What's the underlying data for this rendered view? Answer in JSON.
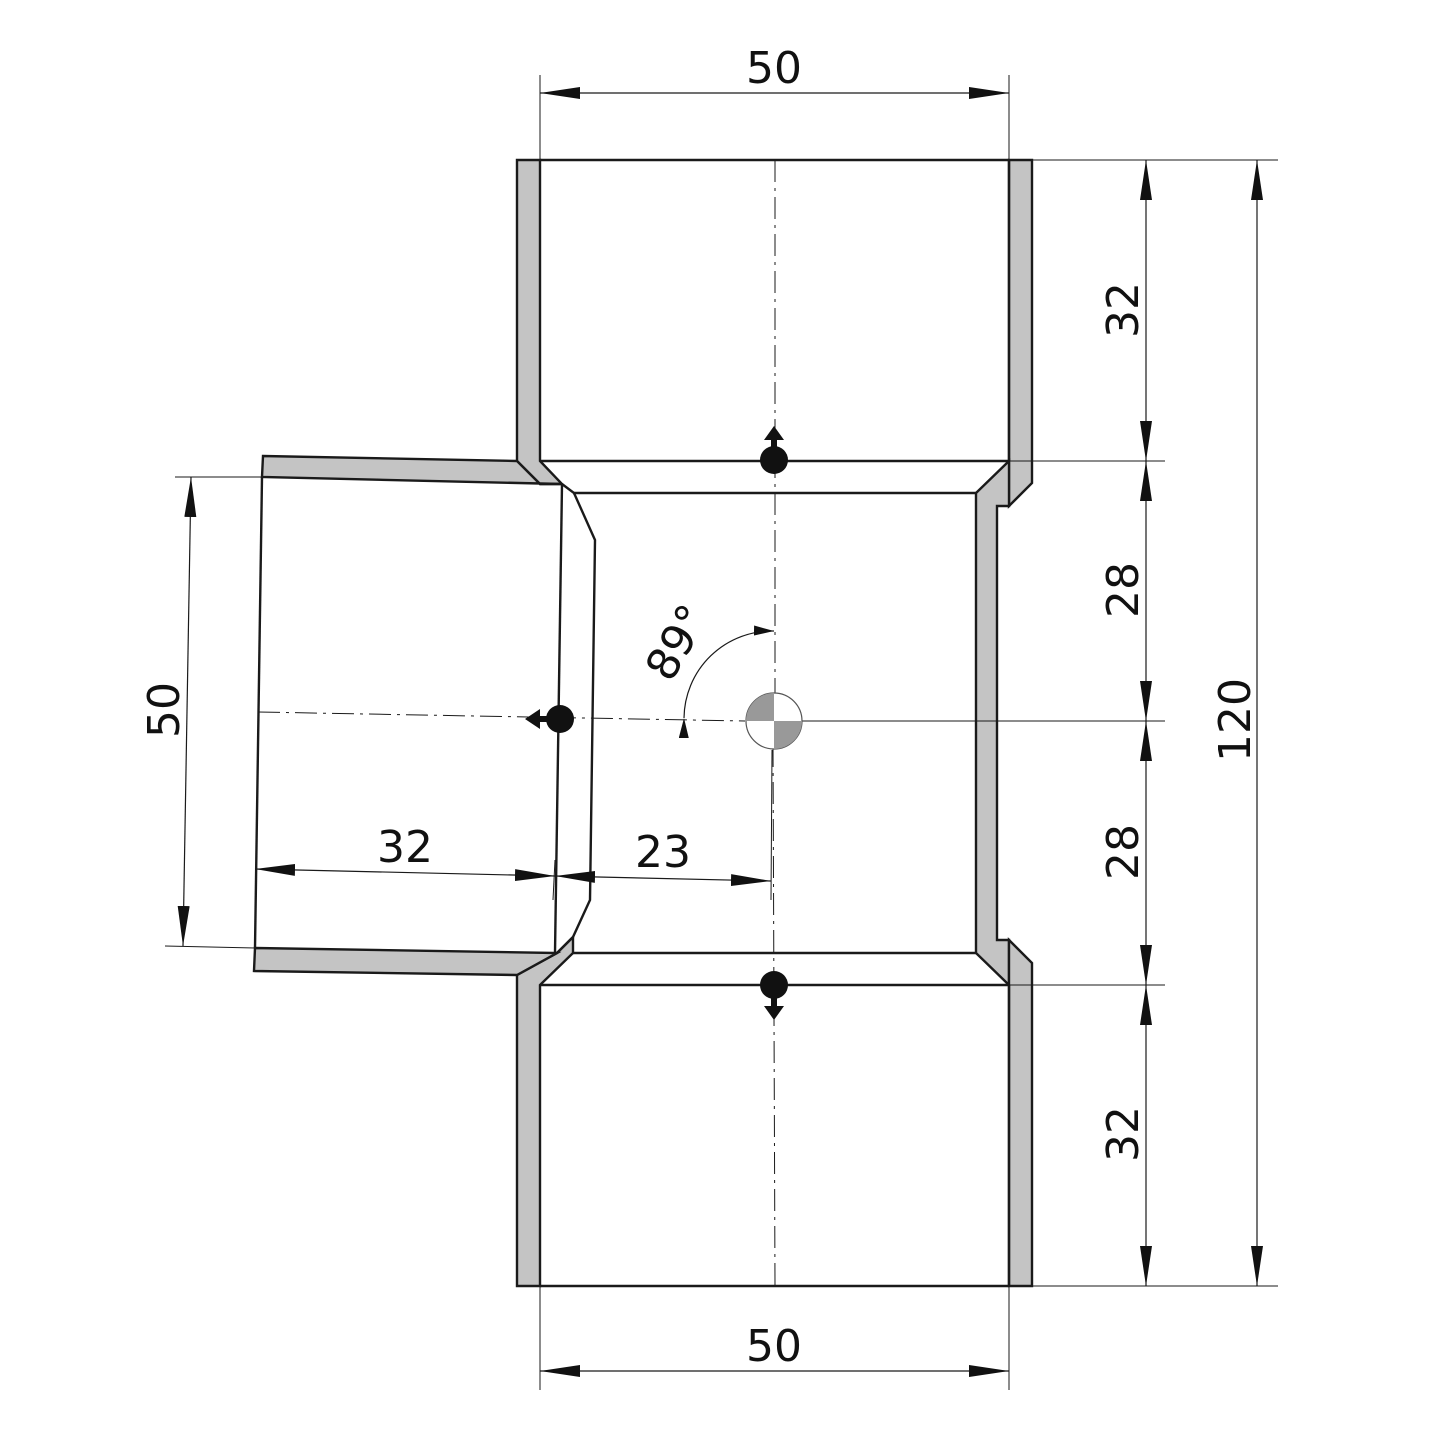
{
  "dimensions": {
    "top_width": "50",
    "bottom_width": "50",
    "right_top_socket": "32",
    "right_upper_body": "28",
    "right_lower_body": "28",
    "right_bottom_socket": "32",
    "overall_height": "120",
    "branch_width": "50",
    "branch_socket_depth": "32",
    "branch_offset": "23",
    "branch_angle": "89°"
  },
  "colors": {
    "wall_fill": "#c4c4c4",
    "line": "#1a1a1a"
  }
}
